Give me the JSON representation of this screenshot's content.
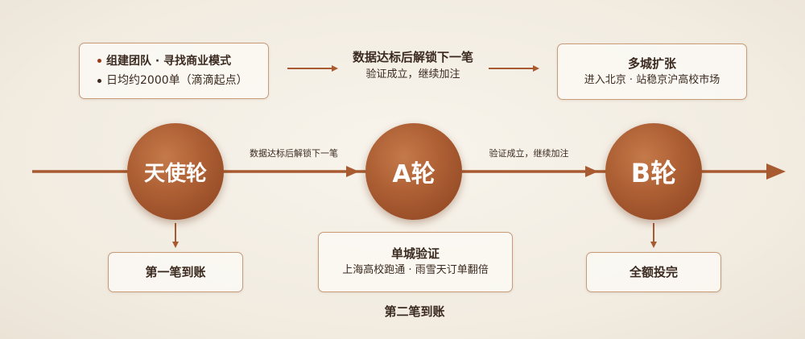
{
  "top": {
    "left_box": {
      "line1": "组建团队 · 寻找商业模式",
      "line2": "日均约2000单（滴滴起点）"
    },
    "middle": {
      "title": "数据达标后解锁下一笔",
      "subtitle": "验证成立，继续加注"
    },
    "right_box": {
      "title": "多城扩张",
      "subtitle": "进入北京 · 站稳京沪高校市场"
    }
  },
  "axis": {
    "label_left": "数据达标后解锁下一笔",
    "label_right": "验证成立，继续加注"
  },
  "rounds": [
    {
      "label": "天使轮"
    },
    {
      "label": "A轮"
    },
    {
      "label": "B轮"
    }
  ],
  "bottom": {
    "left_box": {
      "title": "第一笔到账"
    },
    "middle_box": {
      "title": "单城验证",
      "subtitle": "上海高校跑通 · 雨雪天订单翻倍"
    },
    "middle_caption": "第二笔到账",
    "right_box": {
      "title": "全额投完"
    }
  },
  "colors": {
    "accent": "#a85a30",
    "circle": "#ac5e33",
    "border": "#c89a78",
    "background": "#f4efe6"
  }
}
